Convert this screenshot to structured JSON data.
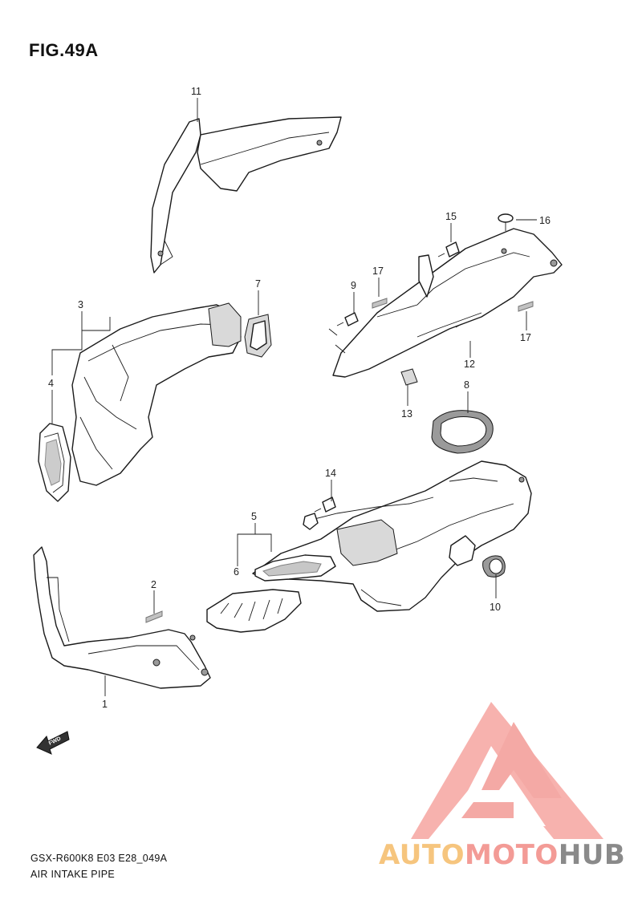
{
  "figure": {
    "title": "FIG.49A",
    "code": "GSX-R600K8 E03 E28_049A",
    "name": "AIR INTAKE PIPE"
  },
  "callouts": {
    "p1": "1",
    "p2": "2",
    "p3": "3",
    "p4": "4",
    "p5": "5",
    "p6": "6",
    "p7": "7",
    "p8": "8",
    "p9": "9",
    "p10": "10",
    "p11": "11",
    "p12": "12",
    "p13": "13",
    "p14": "14",
    "p15": "15",
    "p16": "16",
    "p17a": "17",
    "p17b": "17"
  },
  "fwd_label": "FWD",
  "watermark": {
    "name_part1": "AUTO",
    "name_part2": "MOTO",
    "name_part3": "HUB",
    "colors": {
      "auto": "#f6c57e",
      "moto": "#f39b96",
      "hub": "#8a8a8a",
      "logo": "#f5a09b"
    }
  }
}
